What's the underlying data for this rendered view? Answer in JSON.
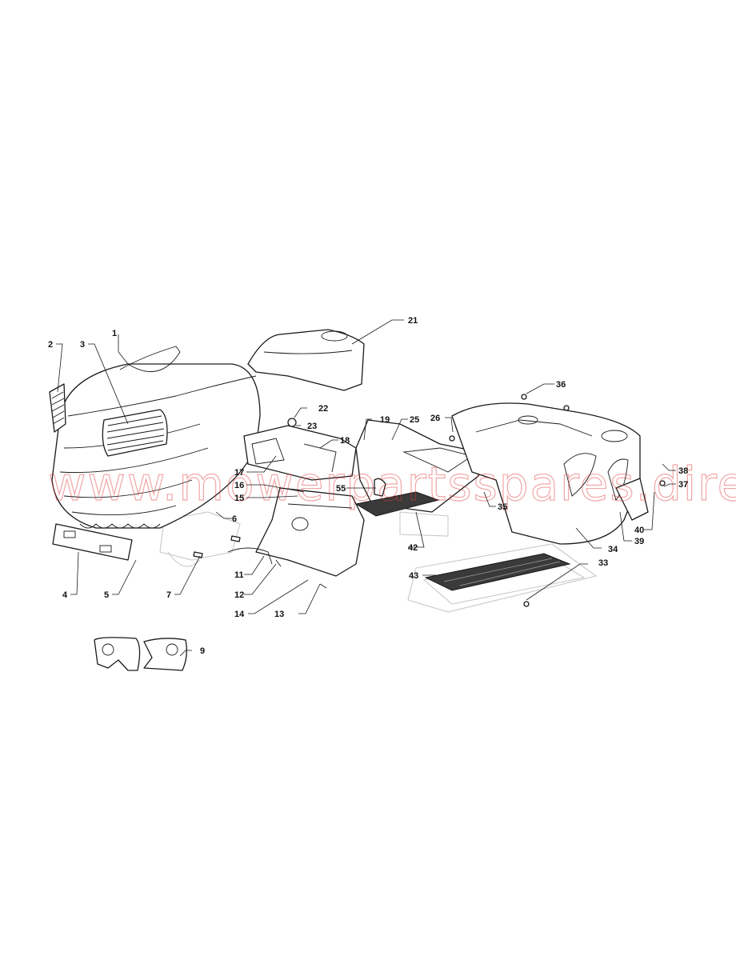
{
  "diagram": {
    "watermark": "www.mowerpartsspares.direct",
    "callouts": [
      "1",
      "2",
      "3",
      "4",
      "5",
      "6",
      "7",
      "9",
      "11",
      "12",
      "13",
      "14",
      "15",
      "16",
      "17",
      "18",
      "19",
      "21",
      "22",
      "23",
      "25",
      "26",
      "33",
      "34",
      "35",
      "36",
      "37",
      "38",
      "39",
      "40",
      "42",
      "43",
      "55"
    ]
  },
  "colors": {
    "outline": "#1a1a1a",
    "ghost": "#c8c8c8",
    "watermark": "#e23a3a"
  }
}
